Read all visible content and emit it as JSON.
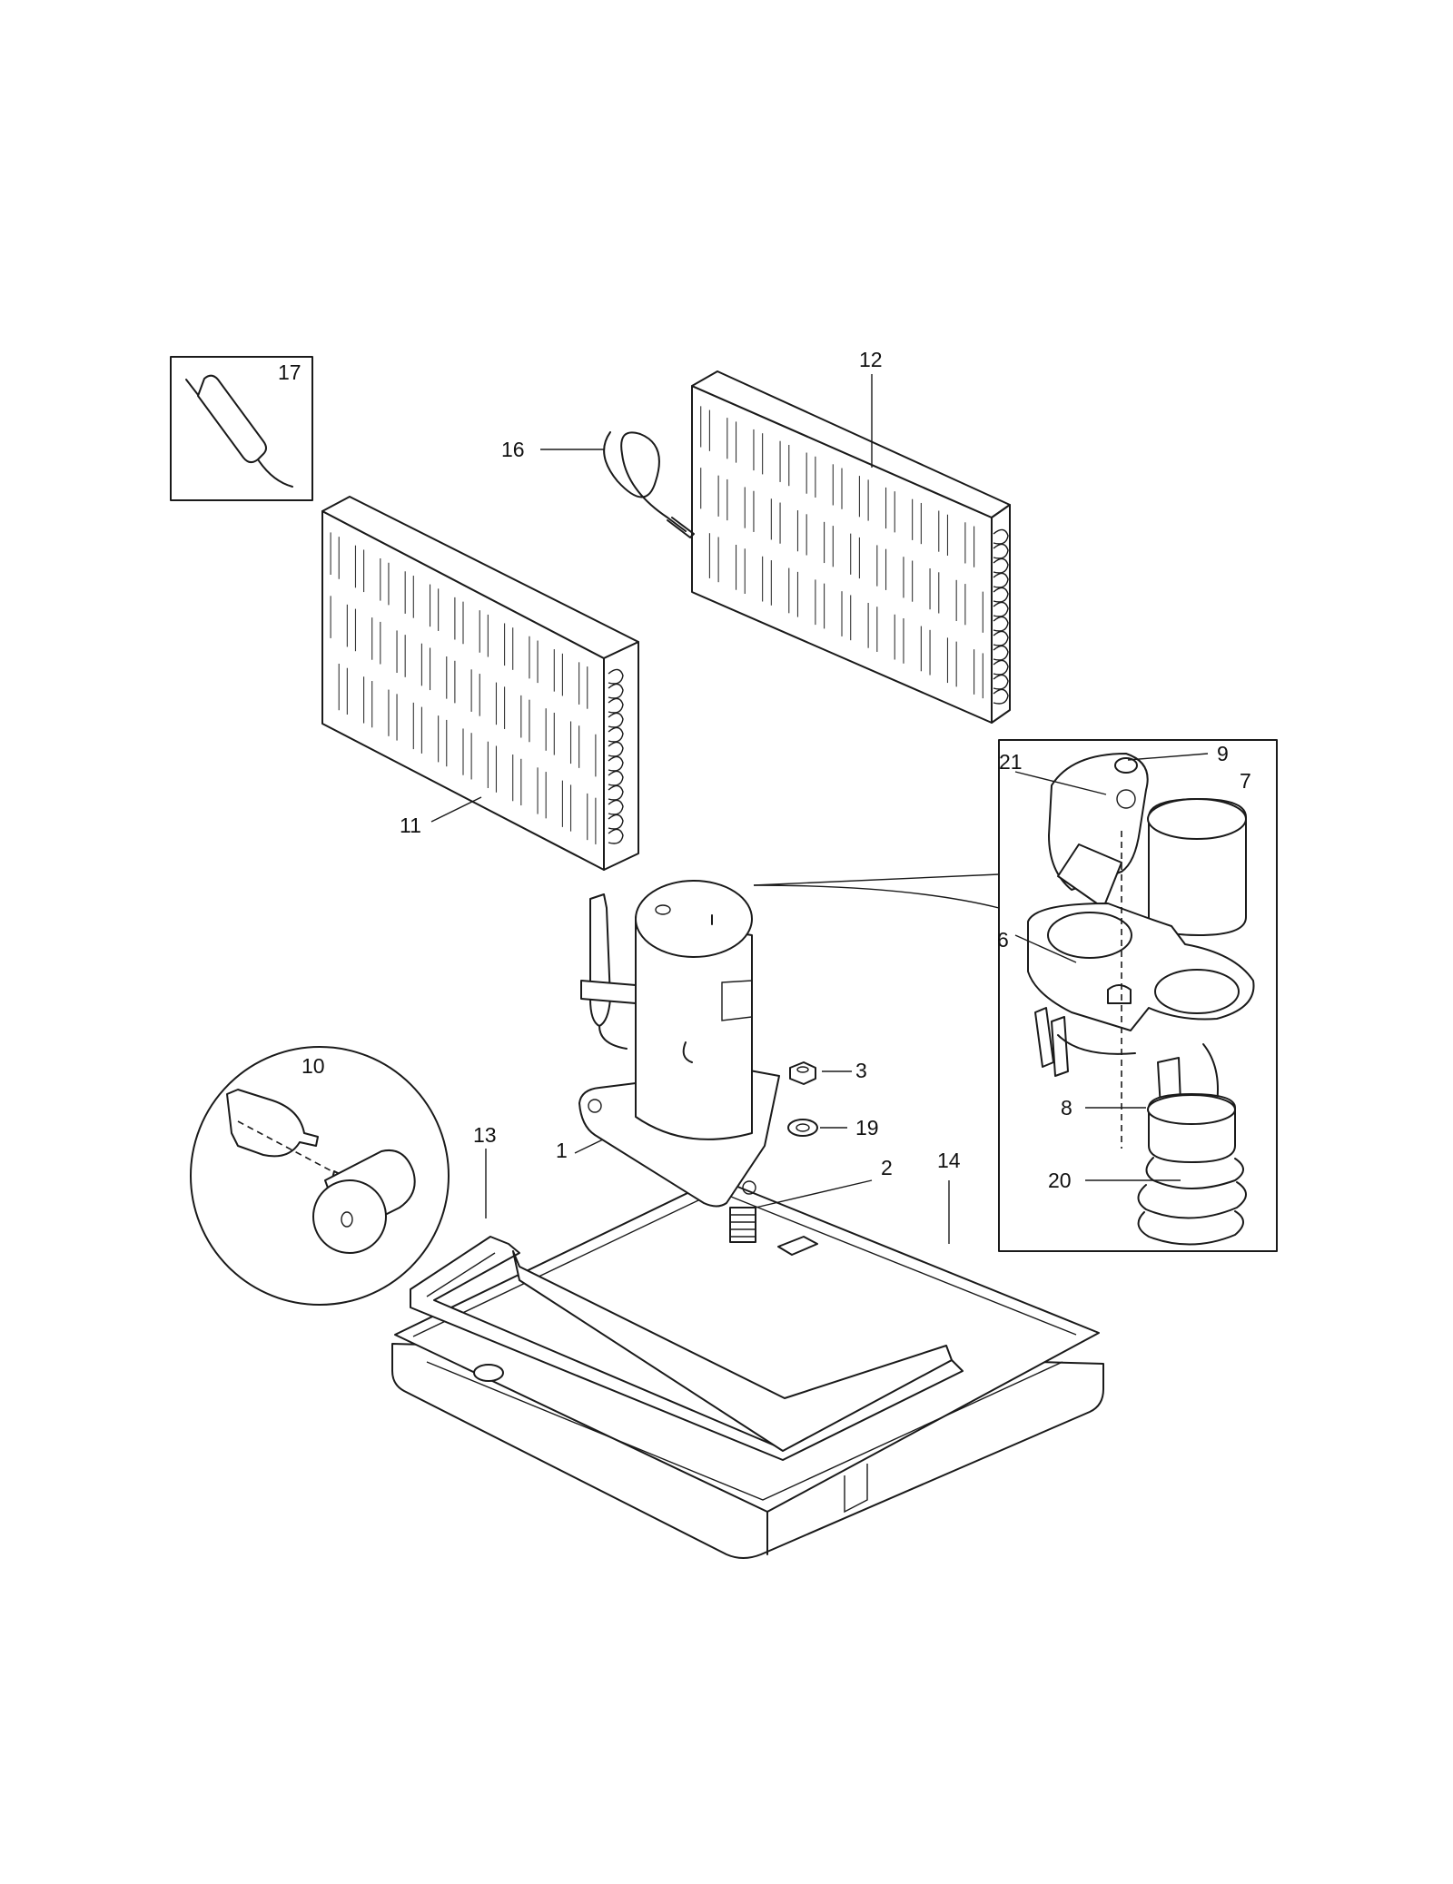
{
  "callouts": [
    {
      "id": "c1",
      "label": "1"
    },
    {
      "id": "c2",
      "label": "2"
    },
    {
      "id": "c3",
      "label": "3"
    },
    {
      "id": "c6",
      "label": "6"
    },
    {
      "id": "c7",
      "label": "7"
    },
    {
      "id": "c8",
      "label": "8"
    },
    {
      "id": "c9",
      "label": "9"
    },
    {
      "id": "c10",
      "label": "10"
    },
    {
      "id": "c11",
      "label": "11"
    },
    {
      "id": "c12",
      "label": "12"
    },
    {
      "id": "c13",
      "label": "13"
    },
    {
      "id": "c14",
      "label": "14"
    },
    {
      "id": "c16",
      "label": "16"
    },
    {
      "id": "c17",
      "label": "17"
    },
    {
      "id": "c19",
      "label": "19"
    },
    {
      "id": "c20",
      "label": "20"
    },
    {
      "id": "c21",
      "label": "21"
    }
  ],
  "colors": {
    "line": "#1a1a1a",
    "background": "#ffffff"
  }
}
